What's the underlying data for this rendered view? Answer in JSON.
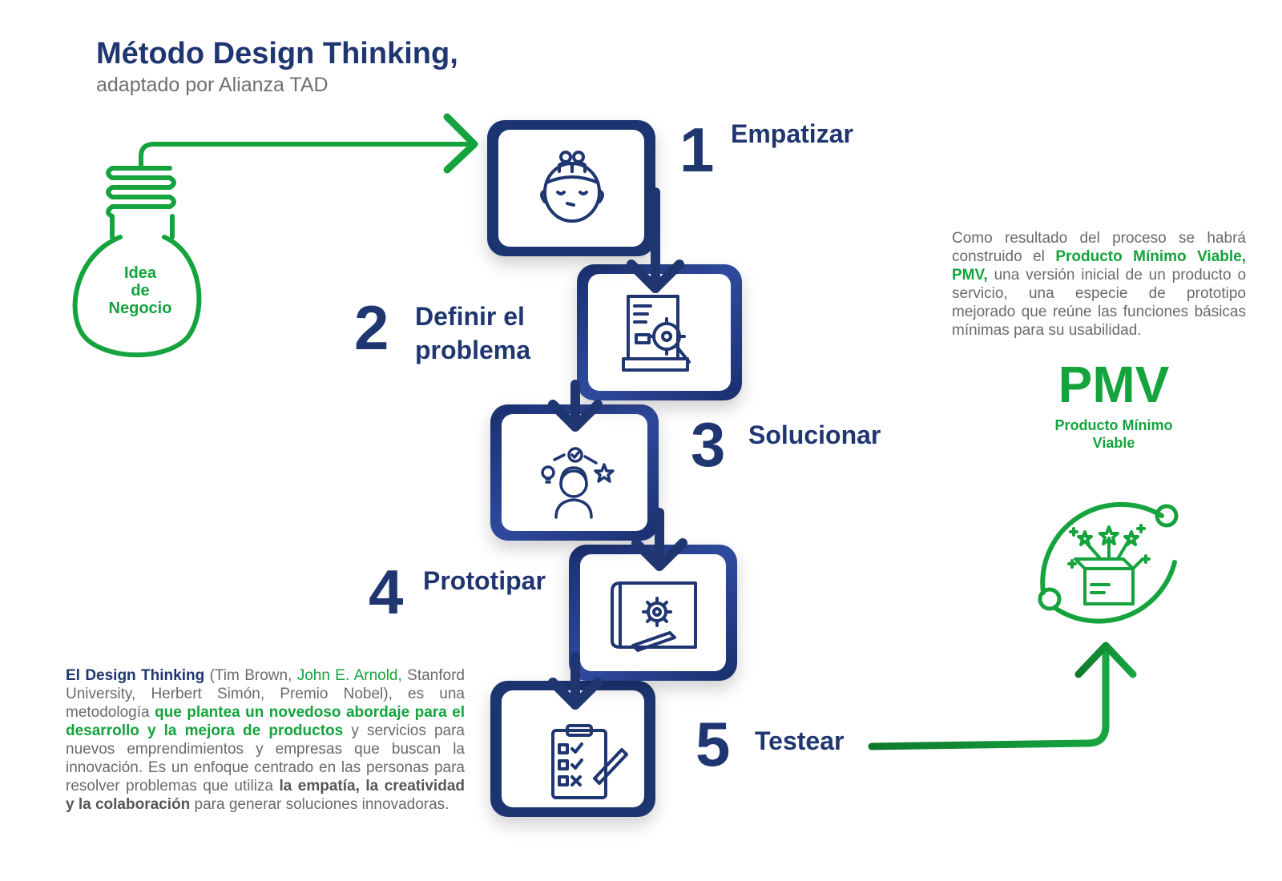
{
  "header": {
    "title": "Método Design Thinking,",
    "subtitle": "adaptado por Alianza TAD"
  },
  "bulb": {
    "lines": [
      "Idea",
      "de",
      "Negocio"
    ]
  },
  "steps": [
    {
      "number": "1",
      "label": "Empatizar",
      "icon": "head-people-icon"
    },
    {
      "number": "2",
      "label_line1": "Definir el",
      "label_line2": "problema",
      "icon": "document-target-icon"
    },
    {
      "number": "3",
      "label": "Solucionar",
      "icon": "person-ideas-icon"
    },
    {
      "number": "4",
      "label": "Prototipar",
      "icon": "blueprint-gear-icon"
    },
    {
      "number": "5",
      "label": "Testear",
      "icon": "checklist-clipboard-icon"
    }
  ],
  "right_text": {
    "p1": "Como resultado del proceso se habrá construido el",
    "p2": "Producto Mínimo Viable, PMV,",
    "p3": "una versión inicial de un producto o servicio, una especie de prototipo mejorado que reúne las funciones básicas mínimas para su usabilidad."
  },
  "pmv": {
    "title": "PMV",
    "subtitle_line1": "Producto Mínimo",
    "subtitle_line2": "Viable",
    "icon": "gift-box-stars-icon"
  },
  "left_text": {
    "t1": "El Design Thinking",
    "t2": "(Tim Brown,",
    "t3": "John E. Arnold,",
    "t4": "Stanford University, Herbert Simón, Premio Nobel), es una metodología",
    "t5": "que plantea un novedoso abordaje para el desarrollo y la mejora de productos",
    "t6": "y servicios para nuevos emprendimientos y empresas que buscan la innovación. Es un enfoque centrado en las personas para resolver problemas que utiliza",
    "t7": "la empatía, la creatividad y la colaboración",
    "t8": "para generar soluciones innovadoras."
  },
  "colors": {
    "navy": "#1f3671",
    "green": "#14a33d",
    "gray_text": "#6a6a6a"
  }
}
